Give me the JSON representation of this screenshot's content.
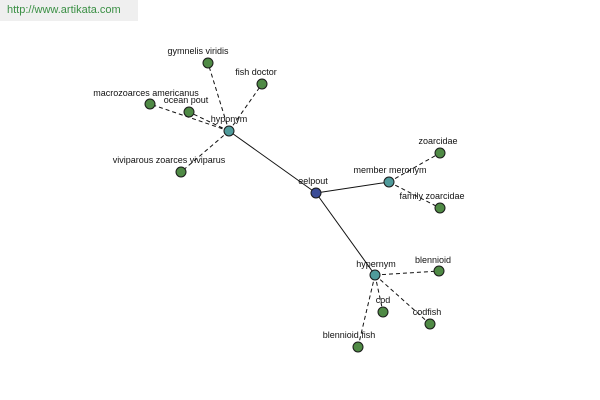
{
  "header": {
    "source_url": "http://www.artikata.com"
  },
  "colors": {
    "root_node": "#3b4c96",
    "relation_node": "#4f9a9a",
    "leaf_node": "#4f8a45",
    "edge": "#111111",
    "source_link": "#3a8f44"
  },
  "graph": {
    "root": {
      "id": "root",
      "label": "eelpout"
    },
    "relations": [
      {
        "id": "rel-hyponym",
        "label": "hyponym",
        "children": [
          {
            "id": "leaf-gymnelis",
            "label": "gymnelis viridis"
          },
          {
            "id": "leaf-fish-doctor",
            "label": "fish doctor"
          },
          {
            "id": "leaf-macrozoarces",
            "label": "macrozoarces americanus"
          },
          {
            "id": "leaf-ocean-pout",
            "label": "ocean pout"
          },
          {
            "id": "leaf-viviparous",
            "label": "viviparous zoarces viviparus"
          }
        ]
      },
      {
        "id": "rel-member-meronym",
        "label": "member meronym",
        "children": [
          {
            "id": "leaf-zoarcidae",
            "label": "zoarcidae"
          },
          {
            "id": "leaf-family-zoarcidae",
            "label": "family zoarcidae"
          }
        ]
      },
      {
        "id": "rel-hypernym",
        "label": "hypernym",
        "children": [
          {
            "id": "leaf-blennioid",
            "label": "blennioid"
          },
          {
            "id": "leaf-cod",
            "label": "cod"
          },
          {
            "id": "leaf-codfish",
            "label": "codfish"
          },
          {
            "id": "leaf-blennioid-fish",
            "label": "blennioid fish"
          }
        ]
      }
    ]
  }
}
